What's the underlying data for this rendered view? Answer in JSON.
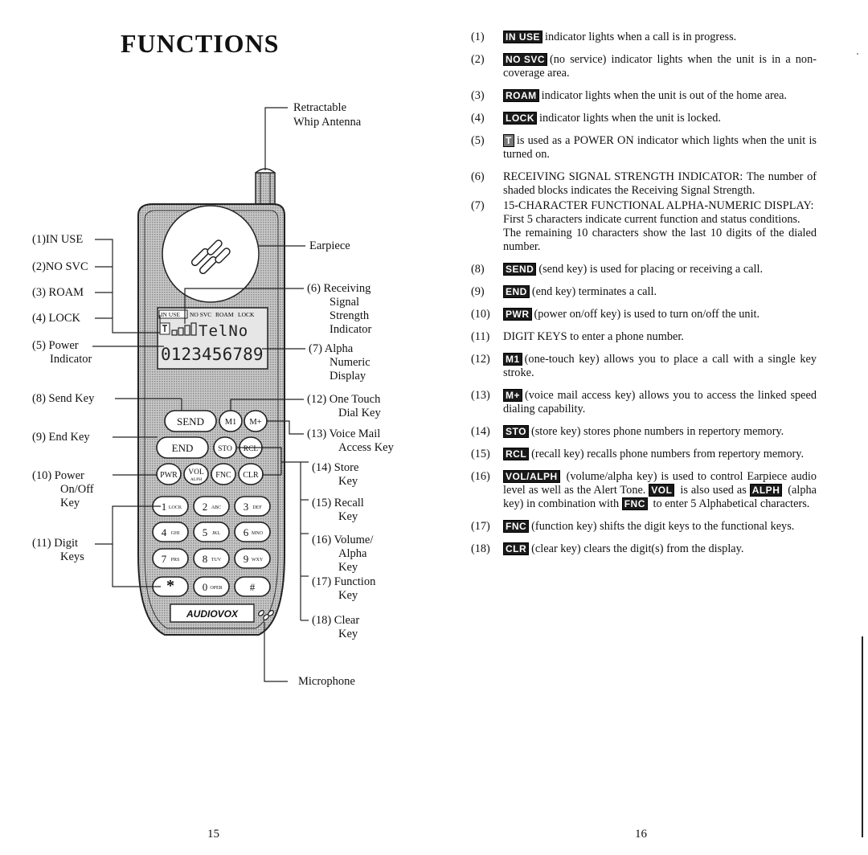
{
  "page_title": "FUNCTIONS",
  "left_page_number": "15",
  "right_page_number": "16",
  "phone": {
    "display_status": [
      "IN USE",
      "NO SVC",
      "ROAM",
      "LOCK"
    ],
    "display_line1": "TelNo",
    "display_line2": "0123456789",
    "brand": "AUDIOVOX",
    "keys": {
      "send": "SEND",
      "m1": "M1",
      "mplus": "M+",
      "end": "END",
      "sto": "STO",
      "rcl": "RCL",
      "pwr": "PWR",
      "vol": "VOL",
      "vol_sub": "ALPH",
      "fnc": "FNC",
      "clr": "CLR",
      "digits": [
        {
          "d": "1",
          "s": "LOCK"
        },
        {
          "d": "2",
          "s": "ABC"
        },
        {
          "d": "3",
          "s": "DEF"
        },
        {
          "d": "4",
          "s": "GHI"
        },
        {
          "d": "5",
          "s": "JKL"
        },
        {
          "d": "6",
          "s": "MNO"
        },
        {
          "d": "7",
          "s": "PRS"
        },
        {
          "d": "8",
          "s": "TUV"
        },
        {
          "d": "9",
          "s": "WXY"
        },
        {
          "d": "*",
          "s": ""
        },
        {
          "d": "0",
          "s": "OPER"
        },
        {
          "d": "#",
          "s": ""
        }
      ]
    }
  },
  "left_labels": {
    "in_use": "(1)IN USE",
    "no_svc": "(2)NO SVC",
    "roam": "(3) ROAM",
    "lock": "(4) LOCK",
    "power_1": "(5) Power",
    "power_2": "Indicator",
    "send_key": "(8) Send Key",
    "end_key": "(9) End Key",
    "pwr_1": "(10) Power",
    "pwr_2": "On/Off",
    "pwr_3": "Key",
    "digit_1": "(11) Digit",
    "digit_2": "Keys"
  },
  "right_labels": {
    "antenna_1": "Retractable",
    "antenna_2": "Whip Antenna",
    "earpiece": "Earpiece",
    "rss_1": "(6) Receiving",
    "rss_2": "Signal",
    "rss_3": "Strength",
    "rss_4": "Indicator",
    "alpha_1": "(7) Alpha",
    "alpha_2": "Numeric",
    "alpha_3": "Display",
    "onetouch_1": "(12) One Touch",
    "onetouch_2": "Dial Key",
    "vmail_1": "(13) Voice Mail",
    "vmail_2": "Access Key",
    "store_1": "(14) Store",
    "store_2": "Key",
    "recall_1": "(15) Recall",
    "recall_2": "Key",
    "vol_1": "(16) Volume/",
    "vol_2": "Alpha",
    "vol_3": "Key",
    "func_1": "(17) Function",
    "func_2": "Key",
    "clear_1": "(18) Clear",
    "clear_2": "Key",
    "microphone": "Microphone"
  },
  "items": {
    "i1": {
      "num": "(1)",
      "key": "IN USE",
      "text": "indicator lights when a call is in progress."
    },
    "i2": {
      "num": "(2)",
      "key": "NO SVC",
      "text": "(no service) indicator lights when the unit is in a non-coverage area."
    },
    "i3": {
      "num": "(3)",
      "key": "ROAM",
      "text": "indicator lights when the unit is out of the home area."
    },
    "i4": {
      "num": "(4)",
      "key": "LOCK",
      "text": "indicator lights when the unit is locked."
    },
    "i5": {
      "num": "(5)",
      "key": "T",
      "text": "is used as a POWER ON indicator which lights when the unit is turned on."
    },
    "i6": {
      "num": "(6)",
      "text": "RECEIVING SIGNAL STRENGTH INDICATOR: The number of shaded blocks indicates the Receiving Signal Strength."
    },
    "i7": {
      "num": "(7)",
      "line1": "15-CHARACTER FUNCTIONAL ALPHA-NUMERIC DISPLAY:",
      "line2": "First 5 characters indicate current function and status conditions.",
      "line3": "The remaining 10 characters show the last 10 digits of the dialed number."
    },
    "i8": {
      "num": "(8)",
      "key": "SEND",
      "text": "(send key) is used for placing or receiving a call."
    },
    "i9": {
      "num": "(9)",
      "key": "END",
      "text": "(end key) terminates a call."
    },
    "i10": {
      "num": "(10)",
      "key": "PWR",
      "text": "(power on/off key) is used to turn on/off the unit."
    },
    "i11": {
      "num": "(11)",
      "text": "DIGIT KEYS to enter a phone number."
    },
    "i12": {
      "num": "(12)",
      "key": "M1",
      "text": "(one-touch key) allows you to place a call with a single key stroke."
    },
    "i13": {
      "num": "(13)",
      "key": "M+",
      "text": "(voice mail access key) allows you to access the linked speed dialing capability."
    },
    "i14": {
      "num": "(14)",
      "key": "STO",
      "text": "(store key) stores phone numbers in repertory memory."
    },
    "i15": {
      "num": "(15)",
      "key": "RCL",
      "text": "(recall key) recalls phone numbers from repertory memory."
    },
    "i16": {
      "num": "(16)",
      "key": "VOL/ALPH",
      "text_a": "(volume/alpha key) is used to control Earpiece audio level as well as the Alert Tone.",
      "key_b": "VOL",
      "text_b": "is also used as",
      "key_c": "ALPH",
      "text_c": "(alpha key) in combination with",
      "key_d": "FNC",
      "text_d": "to enter 5 Alphabetical characters."
    },
    "i17": {
      "num": "(17)",
      "key": "FNC",
      "text": "(function key) shifts the digit keys to the functional keys."
    },
    "i18": {
      "num": "(18)",
      "key": "CLR",
      "text": "(clear key) clears the digit(s) from the display."
    }
  }
}
